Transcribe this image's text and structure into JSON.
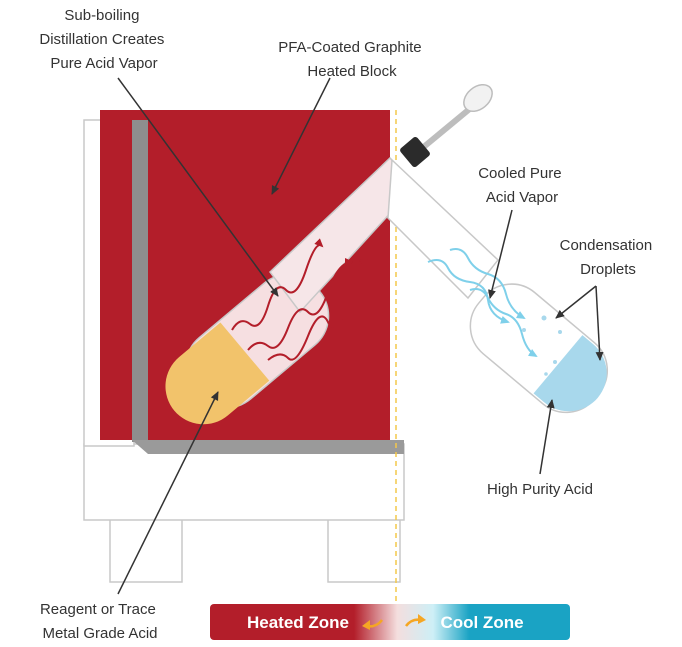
{
  "labels": {
    "sub_boiling": [
      "Sub-boiling",
      "Distillation Creates",
      "Pure Acid Vapor"
    ],
    "block": [
      "PFA-Coated Graphite",
      "Heated Block"
    ],
    "cooled_vapor": [
      "Cooled Pure",
      "Acid Vapor"
    ],
    "droplets": [
      "Condensation",
      "Droplets"
    ],
    "high_purity": "High Purity Acid",
    "reagent": [
      "Reagent or Trace",
      "Metal Grade Acid"
    ]
  },
  "zones": {
    "heated": "Heated Zone",
    "cool": "Cool Zone"
  },
  "colors": {
    "heated_block": "#b31e2a",
    "reagent_acid": "#f2c36b",
    "pure_acid": "#a8d8ec",
    "cool_zone": "#1aa3c4",
    "arrow": "#333333",
    "zone_arrow": "#f5a623"
  }
}
